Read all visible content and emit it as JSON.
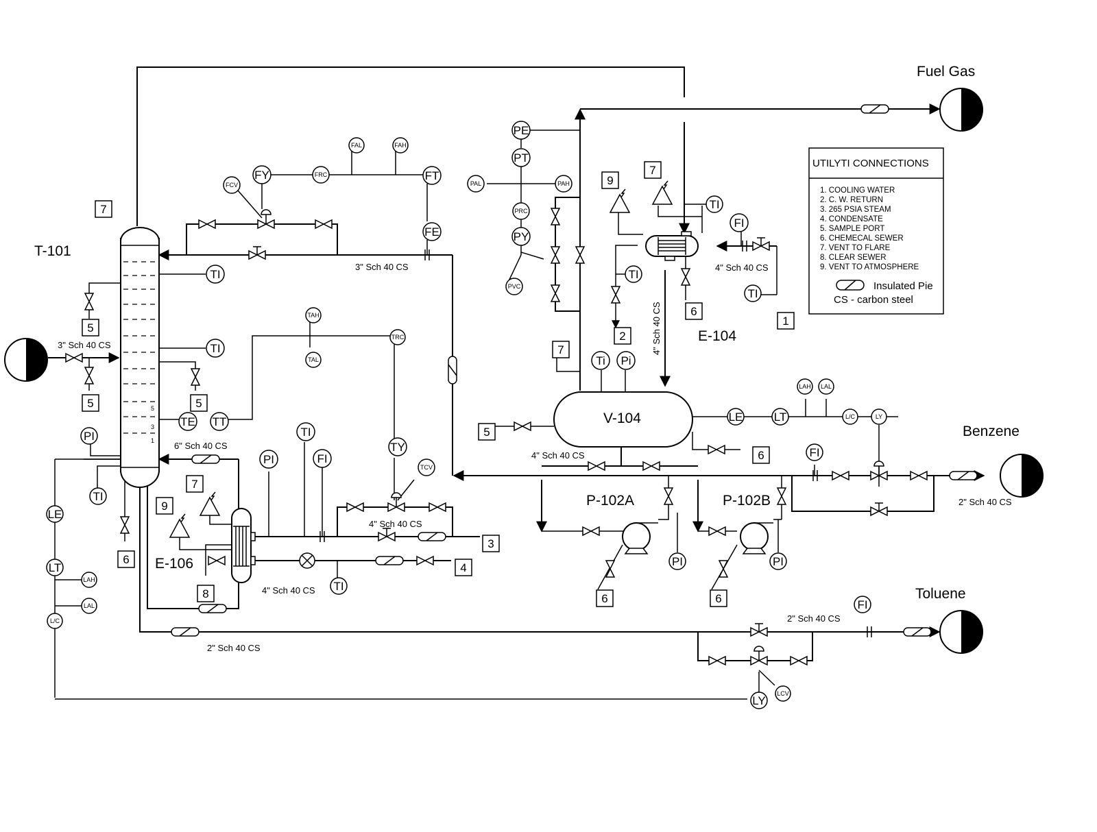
{
  "equipment": {
    "t101": "T-101",
    "v104": "V-104",
    "e104": "E-104",
    "e106": "E-106",
    "p102a": "P-102A",
    "p102b": "P-102B"
  },
  "products": {
    "fuel_gas": "Fuel Gas",
    "benzene": "Benzene",
    "toluene": "Toluene"
  },
  "pipe_specs": {
    "reflux": "3\" Sch 40 CS",
    "feed": "3\" Sch 40 CS",
    "tower_inst": "6\" Sch 40 CS",
    "reboiler": "4\" Sch 40 CS",
    "steam": "4\" Sch 40 CS",
    "bottoms": "2\" Sch 40 CS",
    "toluene": "2\" Sch 40 CS",
    "benzene": "2\" Sch 40 CS",
    "drum_out": "4\" Sch 40 CS",
    "e104_vert": "4\" Sch 40 CS",
    "e104_cw": "4\" Sch 40 CS"
  },
  "instruments": {
    "fcv": "FCV",
    "fy": "FY",
    "frc": "FRC",
    "fal": "FAL",
    "fah": "FAH",
    "ft": "FT",
    "fe": "FE",
    "ti": "TI",
    "tah": "TAH",
    "tal": "TAL",
    "trc": "TRC",
    "te": "TE",
    "tt": "TT",
    "pi": "PI",
    "le": "LE",
    "lt": "LT",
    "lah": "LAH",
    "lal": "LAL",
    "lc": "L/C",
    "ty": "TY",
    "tcv": "TCV",
    "pe": "PE",
    "pt": "PT",
    "pal": "PAL",
    "pah": "PAH",
    "prc": "PRC",
    "py": "PY",
    "pvc": "PVC",
    "fi": "FI",
    "ti_small": "Ti",
    "pi_small": "Pi",
    "ly": "LY",
    "lcv": "LCV"
  },
  "connections": {
    "c1": "1",
    "c2": "2",
    "c3": "3",
    "c4": "4",
    "c5": "5",
    "c6": "6",
    "c7": "7",
    "c8": "8",
    "c9": "9"
  },
  "trays": {
    "t5": "5",
    "t3": "3",
    "t1": "1"
  },
  "legend": {
    "title": "UTILYTI CONNECTIONS",
    "items": [
      "1.  COOLING WATER",
      "2.  C. W. RETURN",
      "3.  265 PSIA STEAM",
      "4.  CONDENSATE",
      "5.  SAMPLE PORT",
      "6.  CHEMECAL SEWER",
      "7.  VENT TO FLARE",
      "8.  CLEAR SEWER",
      "9.  VENT TO ATMOSPHERE"
    ],
    "insulated": "Insulated Pie",
    "cs": "CS - carbon steel"
  }
}
